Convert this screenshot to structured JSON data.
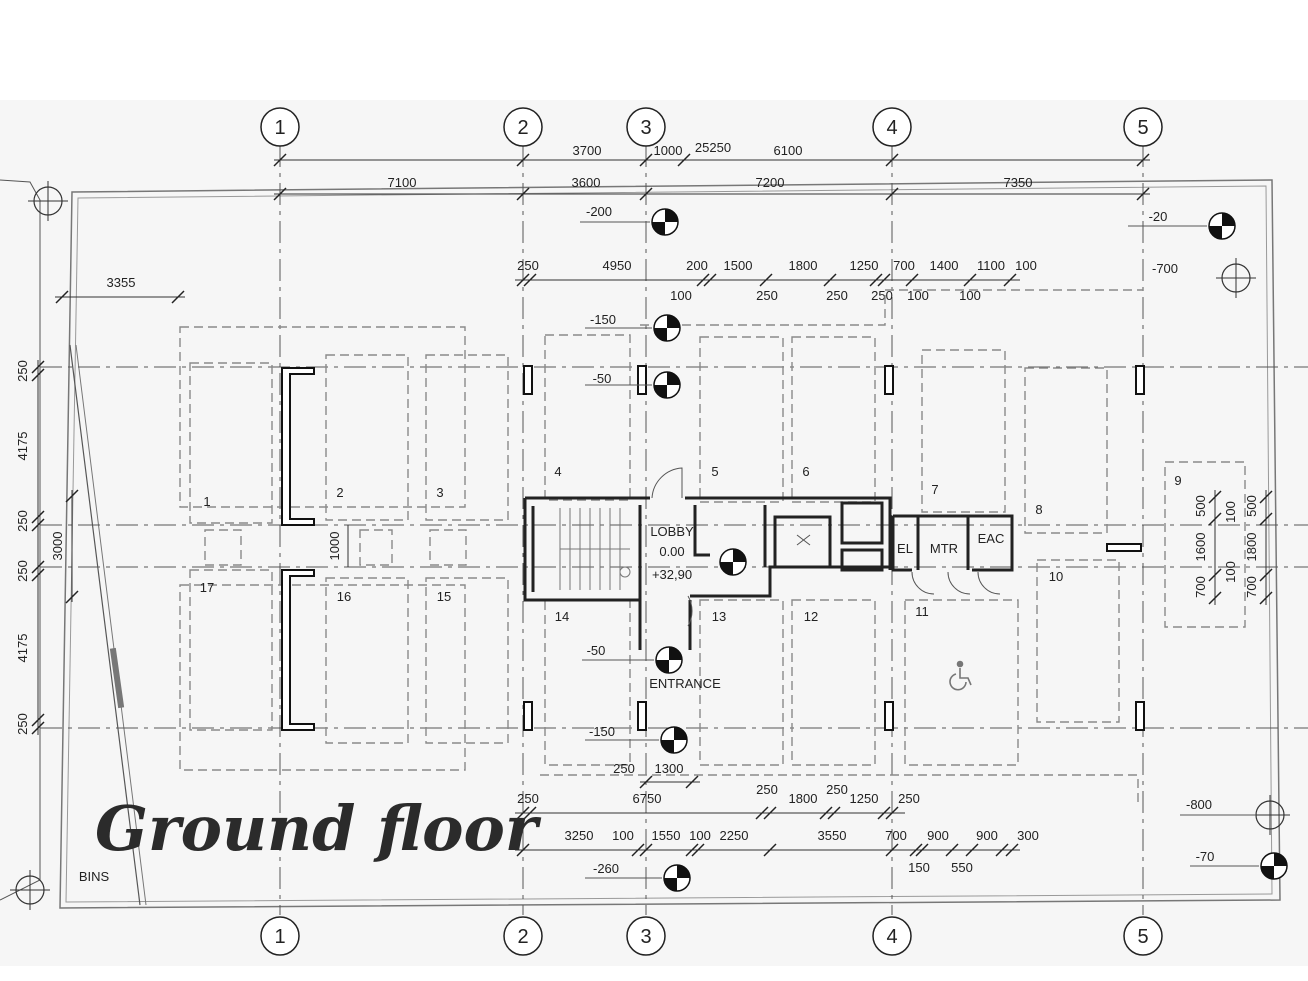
{
  "title": "Ground floor",
  "grid_labels": {
    "g1": "1",
    "g2": "2",
    "g3": "3",
    "g4": "4",
    "g5": "5"
  },
  "dimensions": {
    "top_row1": [
      "3700",
      "1000",
      "25250",
      "6100"
    ],
    "top_row2": [
      "7100",
      "3600",
      "7200",
      "7350"
    ],
    "top_row3_upper": [
      "250",
      "4950",
      "200",
      "1500",
      "1800",
      "1250",
      "700",
      "1400",
      "1100",
      "100"
    ],
    "top_row3_lower": [
      "100",
      "250",
      "250",
      "250",
      "100",
      "100"
    ],
    "left_horizontal": "3355",
    "left_vertical": [
      "250",
      "4175",
      "250",
      "250",
      "4175",
      "250"
    ],
    "left_inner": "3000",
    "inner_1000": "1000",
    "bottom_row1_upper": [
      "250",
      "1300"
    ],
    "bottom_row1_lower": [
      "250",
      "6750",
      "250",
      "1800",
      "250",
      "1250",
      "250"
    ],
    "bottom_row2": [
      "3250",
      "100",
      "1550",
      "100",
      "2250",
      "3550",
      "700",
      "900",
      "900",
      "300"
    ],
    "bottom_row2_lower": [
      "150",
      "550"
    ],
    "right_vertical_a": [
      "500",
      "1600",
      "700"
    ],
    "right_vertical_b": [
      "100",
      "100"
    ],
    "right_vertical_c": [
      "500",
      "1800",
      "700"
    ]
  },
  "levels": {
    "top_left": "-200",
    "top_right": "-20",
    "right_upper": "-700",
    "inner_upper": "-150",
    "inner_mid": "-50",
    "inner_lower": "-50",
    "inner_bottom": "-150",
    "bottom": "-260",
    "right_lower_a": "-800",
    "right_lower_b": "-70"
  },
  "rooms": {
    "r1": "1",
    "r2": "2",
    "r3": "3",
    "r4": "4",
    "r5": "5",
    "r6": "6",
    "r7": "7",
    "r8": "8",
    "r9": "9",
    "r10": "10",
    "r11": "11",
    "r12": "12",
    "r13": "13",
    "r14": "14",
    "r15": "15",
    "r16": "16",
    "r17": "17"
  },
  "labels": {
    "lobby": "LOBBY",
    "lobby_level1": "0.00",
    "lobby_level2": "+32,90",
    "entrance": "ENTRANCE",
    "el": "EL",
    "mtr": "MTR",
    "eac": "EAC",
    "bins": "BINS"
  },
  "icons": [
    "level-marker-icon",
    "grid-bubble-icon",
    "wheelchair-icon",
    "crosshair-icon"
  ]
}
